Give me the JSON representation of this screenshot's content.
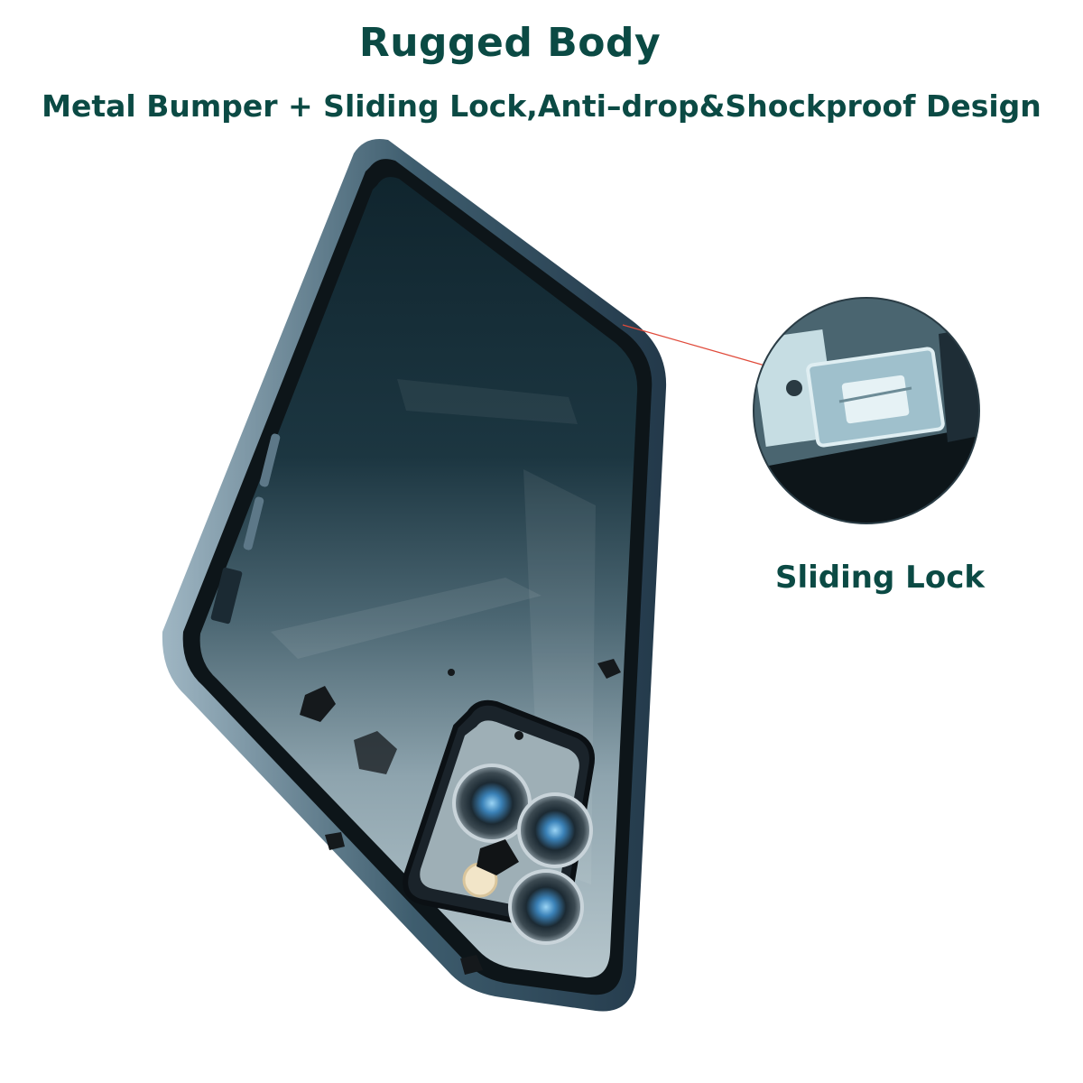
{
  "headline": "Rugged Body",
  "subheadline": "Metal Bumper + Sliding Lock,Anti–drop&Shockproof Design",
  "callout": {
    "label": "Sliding Lock"
  },
  "colors": {
    "text": "#0b4a44",
    "glass_top": "#0f2630",
    "glass_mid": "#3b5663",
    "glass_bottom": "#a9bcc4",
    "frame": "#2f4a5a",
    "frame_light": "#8aa3b1",
    "leader_line": "#e04a3a"
  }
}
